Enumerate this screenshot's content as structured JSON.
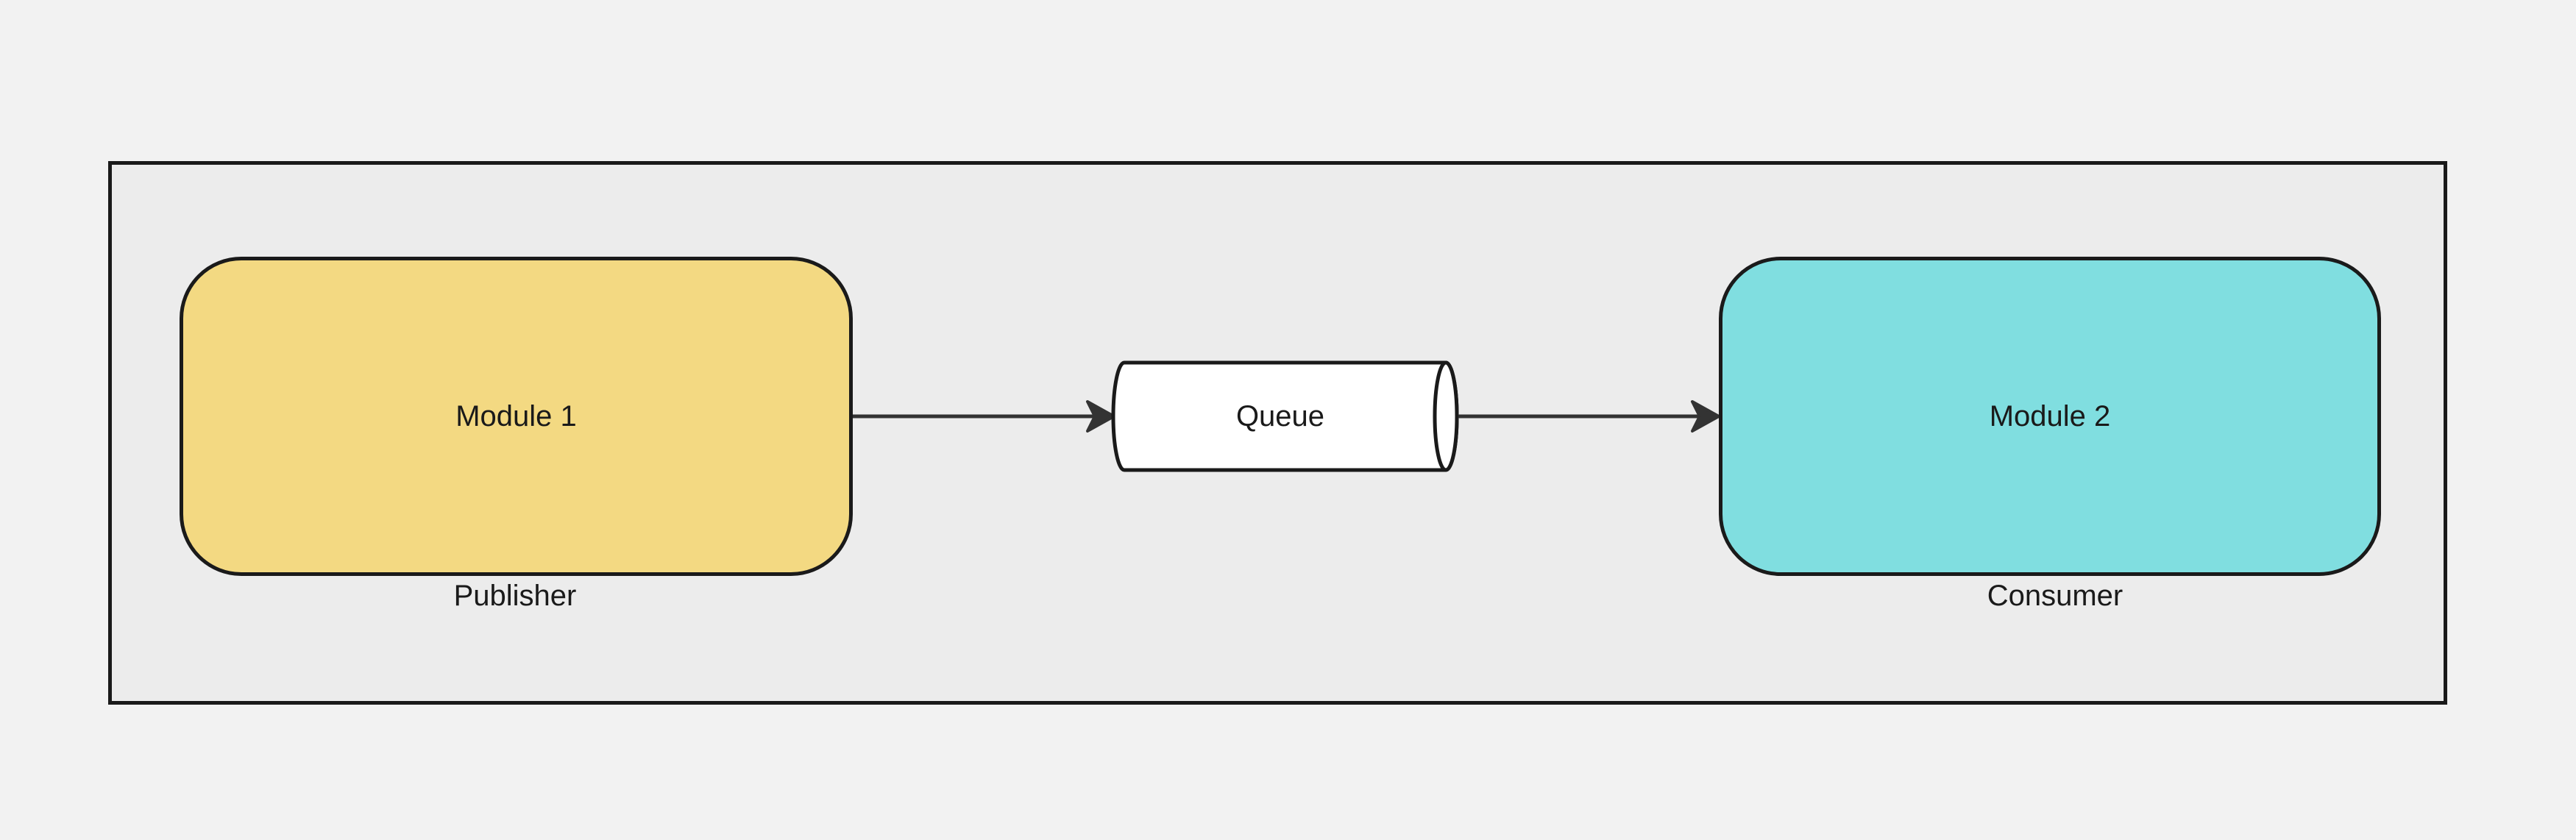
{
  "nodes": {
    "module_1": {
      "label": "Module 1",
      "caption": "Publisher",
      "fill": "#f3d982"
    },
    "queue": {
      "label": "Queue",
      "fill": "#ffffff"
    },
    "module_2": {
      "label": "Module 2",
      "caption": "Consumer",
      "fill": "#80dee0"
    }
  },
  "edges": [
    {
      "from": "Module 1",
      "to": "Queue"
    },
    {
      "from": "Queue",
      "to": "Module 2"
    }
  ],
  "colors": {
    "background": "#f2f2f2",
    "frame_fill": "#ececec",
    "stroke": "#1a1a1a",
    "arrow": "#333333"
  }
}
